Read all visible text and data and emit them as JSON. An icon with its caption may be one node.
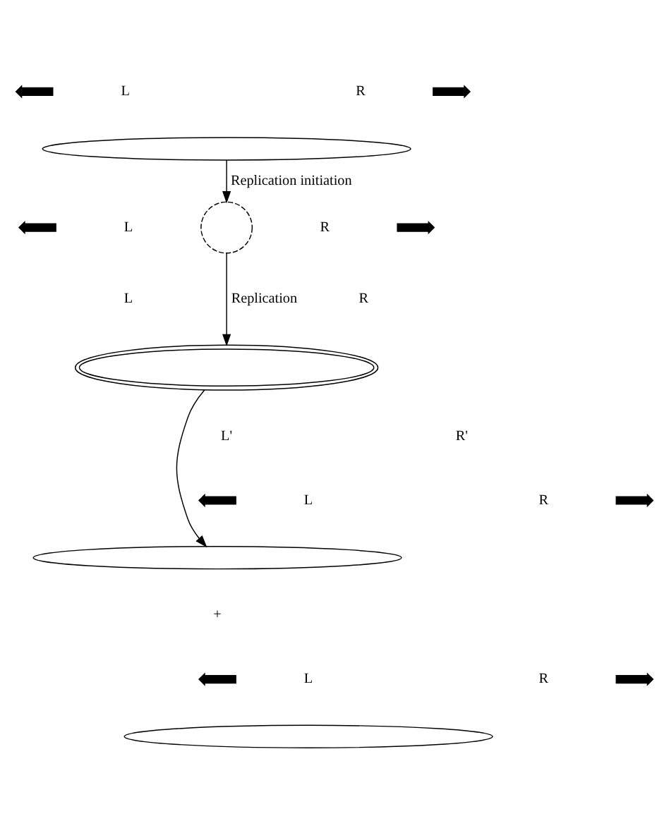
{
  "diagram": {
    "nodes": [
      {
        "text": [],
        "shape": "ellipse"
      },
      {
        "text": [],
        "shape": "circle"
      },
      {
        "text": [],
        "shape": "ellipse"
      },
      {
        "text": [],
        "shape": "ellipse"
      },
      {
        "text": [],
        "shape": "ellipse"
      }
    ],
    "edges": [
      {
        "from": 0,
        "to": 1,
        "arrow": "to",
        "label": "Replication initiation"
      },
      {
        "from": 1,
        "to": 2,
        "arrow": "to",
        "label": "Replication"
      },
      {
        "from": 2,
        "to": 3,
        "arrow": "to"
      }
    ],
    "labels": [
      "L",
      "R",
      "L",
      "R",
      "L",
      "R",
      "L'",
      "R'",
      "L",
      "R",
      "+",
      "L",
      "R"
    ]
  }
}
